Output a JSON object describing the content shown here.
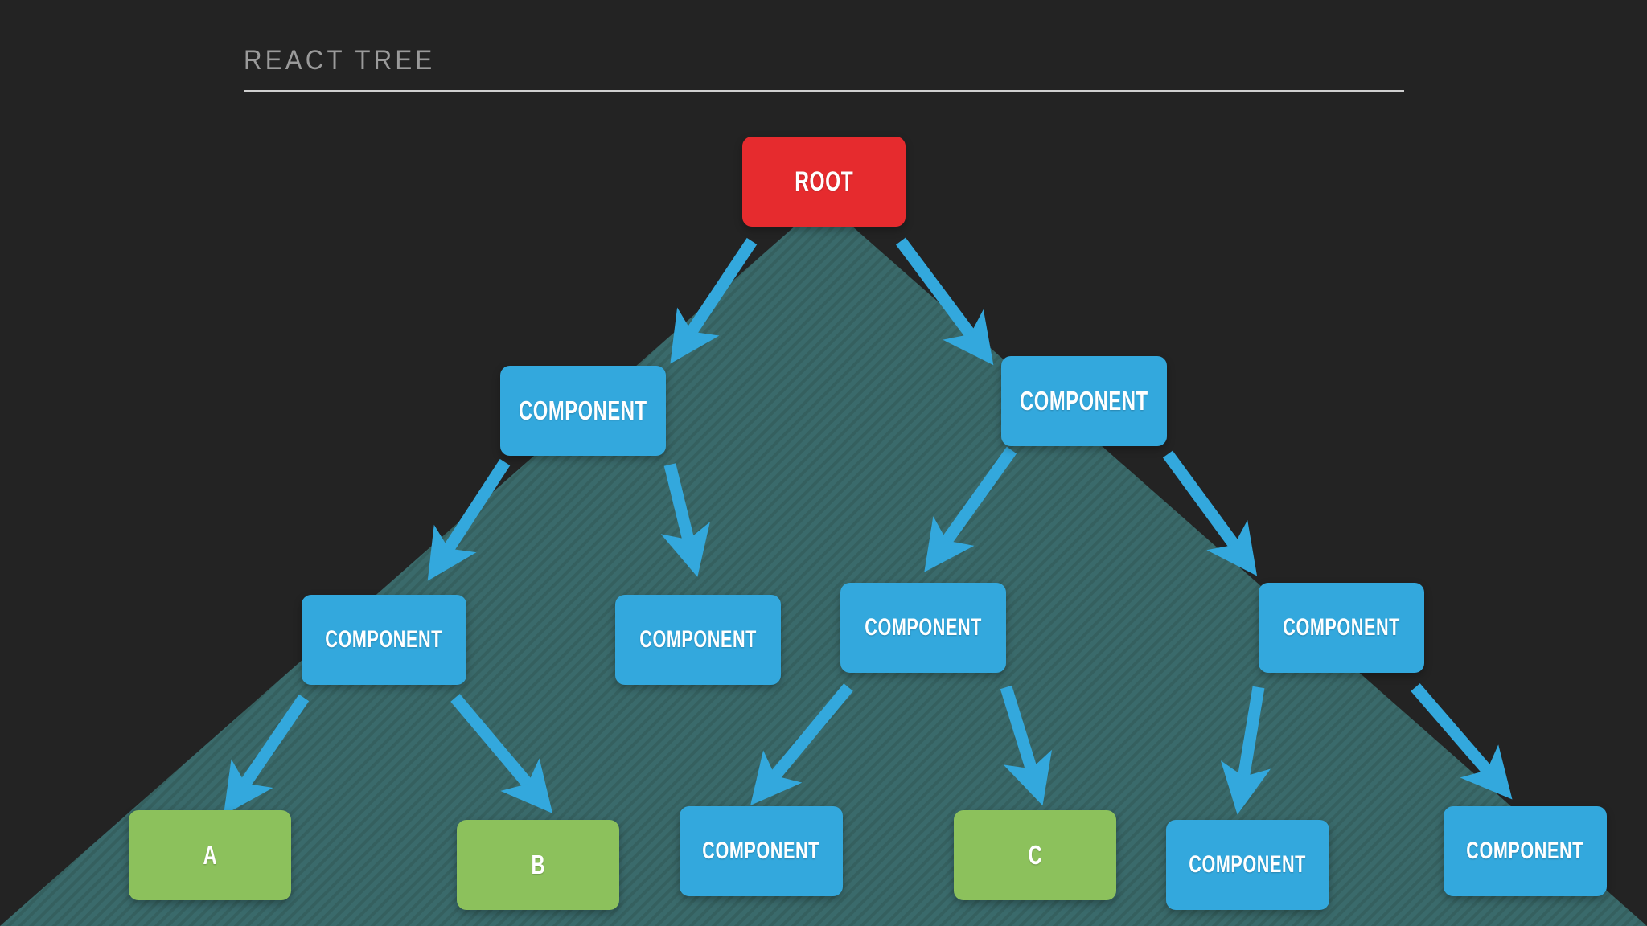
{
  "header": {
    "title": "REACT TREE"
  },
  "colors": {
    "background": "#232323",
    "backdrop_teal": "#3a6a6b",
    "root_red": "#e62b2e",
    "component_blue": "#33a8dd",
    "leaf_green": "#8cc15c",
    "arrow_blue": "#33a8dd",
    "title_gray": "#9a9a9a",
    "rule_gray": "#cfcfcf",
    "node_text": "#ffffff"
  },
  "diagram": {
    "type": "tree",
    "levels": 4,
    "nodes": [
      {
        "id": "root",
        "label": "ROOT",
        "kind": "root",
        "level": 0
      },
      {
        "id": "l1a",
        "label": "COMPONENT",
        "kind": "component",
        "level": 1
      },
      {
        "id": "l1b",
        "label": "COMPONENT",
        "kind": "component",
        "level": 1
      },
      {
        "id": "l2a",
        "label": "COMPONENT",
        "kind": "component",
        "level": 2
      },
      {
        "id": "l2b",
        "label": "COMPONENT",
        "kind": "component",
        "level": 2
      },
      {
        "id": "l2c",
        "label": "COMPONENT",
        "kind": "component",
        "level": 2
      },
      {
        "id": "l2d",
        "label": "COMPONENT",
        "kind": "component",
        "level": 2
      },
      {
        "id": "l3a",
        "label": "A",
        "kind": "leaf",
        "level": 3
      },
      {
        "id": "l3b",
        "label": "B",
        "kind": "leaf",
        "level": 3
      },
      {
        "id": "l3c",
        "label": "COMPONENT",
        "kind": "component",
        "level": 3
      },
      {
        "id": "l3d",
        "label": "C",
        "kind": "leaf",
        "level": 3
      },
      {
        "id": "l3e",
        "label": "COMPONENT",
        "kind": "component",
        "level": 3
      },
      {
        "id": "l3f",
        "label": "COMPONENT",
        "kind": "component",
        "level": 3
      }
    ],
    "edges": [
      {
        "from": "root",
        "to": "l1a"
      },
      {
        "from": "root",
        "to": "l1b"
      },
      {
        "from": "l1a",
        "to": "l2a"
      },
      {
        "from": "l1a",
        "to": "l2b"
      },
      {
        "from": "l1b",
        "to": "l2c"
      },
      {
        "from": "l1b",
        "to": "l2d"
      },
      {
        "from": "l2a",
        "to": "l3a"
      },
      {
        "from": "l2a",
        "to": "l3b"
      },
      {
        "from": "l2b",
        "to": "l3c"
      },
      {
        "from": "l2c",
        "to": "l3d"
      },
      {
        "from": "l2d",
        "to": "l3e"
      },
      {
        "from": "l2d",
        "to": "l3f"
      }
    ]
  }
}
